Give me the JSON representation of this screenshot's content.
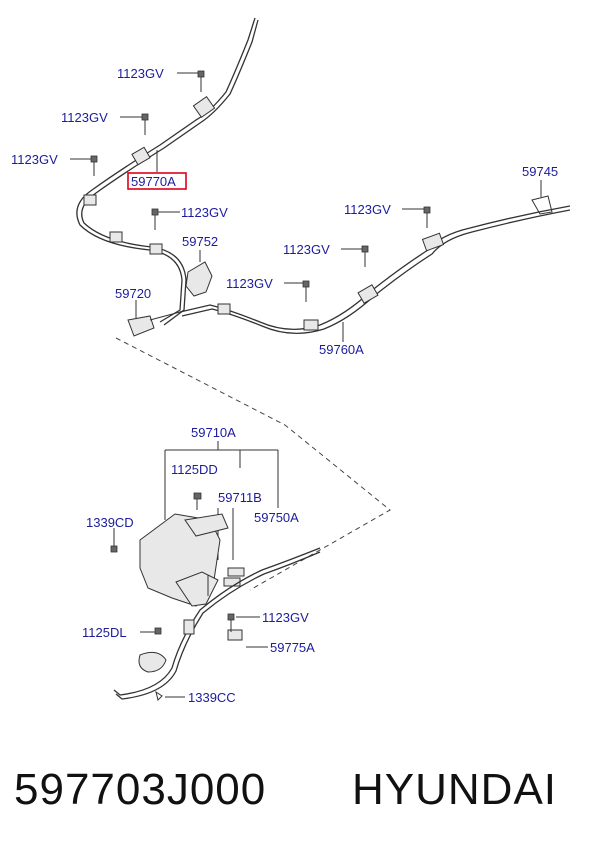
{
  "callouts": {
    "c1123gv_1": "1123GV",
    "c1123gv_2": "1123GV",
    "c1123gv_3": "1123GV",
    "c59770a": "59770A",
    "c59745": "59745",
    "c1123gv_4": "1123GV",
    "c1123gv_5": "1123GV",
    "c59752": "59752",
    "c1123gv_6": "1123GV",
    "c1123gv_7": "1123GV",
    "c59720": "59720",
    "c59760a": "59760A",
    "c59710a": "59710A",
    "c1125dd": "1125DD",
    "c59711b": "59711B",
    "c1339cd": "1339CD",
    "c59750a": "59750A",
    "c1123gv_8": "1123GV",
    "c1125dl": "1125DL",
    "c59775a": "59775A",
    "c1339cc": "1339CC"
  },
  "highlight_color": "#e0001b",
  "label_color": "#1c1c9c",
  "footer": {
    "part_number": "597703J000",
    "brand": "HYUNDAI"
  }
}
